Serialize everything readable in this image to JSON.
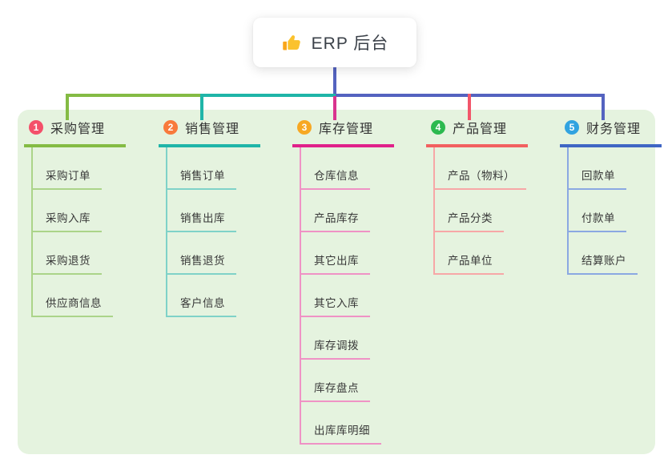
{
  "root": {
    "label": "ERP 后台",
    "icon": "thumbs-up-icon"
  },
  "theme": {
    "page_bg": "#ffffff",
    "panel_bg": "#e5f3df",
    "root_card_bg": "#ffffff",
    "root_text": "#3b4149",
    "header_text": "#333333",
    "child_text": "#383838"
  },
  "connectors": {
    "root_vertical": "#5463c0",
    "left_segment": "#84bb44",
    "mid_segment": "#1fb5a8",
    "right_segment": "#5463c0",
    "drop_1": "#84bb44",
    "drop_2": "#1fb5a8",
    "drop_3": "#d9338f",
    "drop_4": "#f2566a",
    "drop_5": "#5463c0"
  },
  "branches": [
    {
      "index": "1",
      "label": "采购管理",
      "badge_color": "#f4506a",
      "line_color": "#84bb44",
      "child_line_color": "#abd489",
      "children": [
        "采购订单",
        "采购入库",
        "采购退货",
        "供应商信息"
      ]
    },
    {
      "index": "2",
      "label": "销售管理",
      "badge_color": "#f87a3c",
      "line_color": "#1fb5a8",
      "child_line_color": "#7fd2c8",
      "children": [
        "销售订单",
        "销售出库",
        "销售退货",
        "客户信息"
      ]
    },
    {
      "index": "3",
      "label": "库存管理",
      "badge_color": "#f7a823",
      "line_color": "#e0218a",
      "child_line_color": "#ef92c5",
      "children": [
        "仓库信息",
        "产品库存",
        "其它出库",
        "其它入库",
        "库存调拨",
        "库存盘点",
        "出库库明细"
      ]
    },
    {
      "index": "4",
      "label": "产品管理",
      "badge_color": "#2cb94f",
      "line_color": "#f26060",
      "child_line_color": "#f7a7a7",
      "children": [
        "产品（物料）",
        "产品分类",
        "产品单位"
      ]
    },
    {
      "index": "5",
      "label": "财务管理",
      "badge_color": "#31a3e0",
      "line_color": "#3f66c4",
      "child_line_color": "#8ba8e2",
      "children": [
        "回款单",
        "付款单",
        "结算账户"
      ]
    }
  ]
}
